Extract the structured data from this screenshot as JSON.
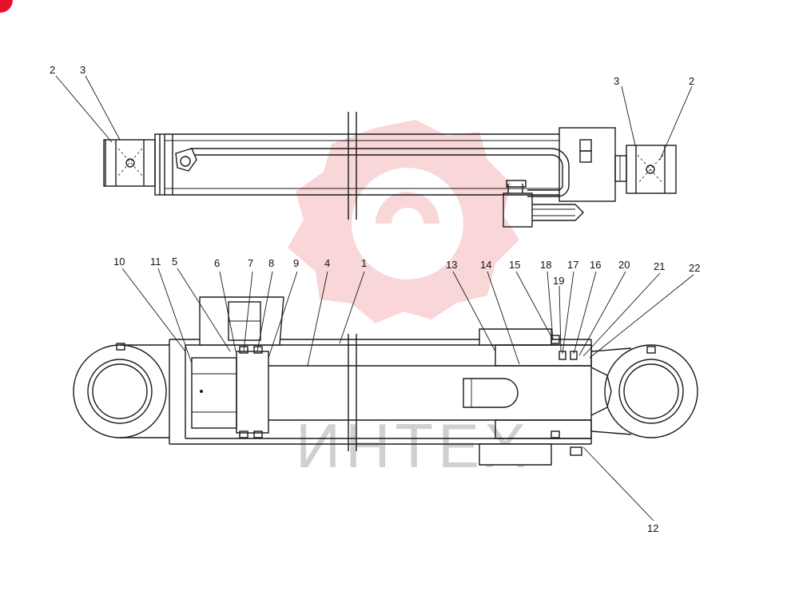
{
  "watermark": {
    "text": "ИНТЕХ",
    "text_color": "#d0d0d0",
    "logo_icon": "gear-logo-icon",
    "logo_color": "#f5b5b8"
  },
  "corner_badge_color": "#e8112d",
  "callouts": {
    "top_left_2": "2",
    "top_left_3": "3",
    "top_right_3": "3",
    "top_right_2": "2",
    "n10": "10",
    "n11": "11",
    "n5": "5",
    "n6": "6",
    "n7": "7",
    "n8": "8",
    "n9": "9",
    "n4": "4",
    "n1": "1",
    "n13": "13",
    "n14": "14",
    "n15": "15",
    "n18": "18",
    "n17": "17",
    "n19": "19",
    "n16": "16",
    "n20": "20",
    "n21": "21",
    "n22": "22",
    "n12": "12"
  }
}
